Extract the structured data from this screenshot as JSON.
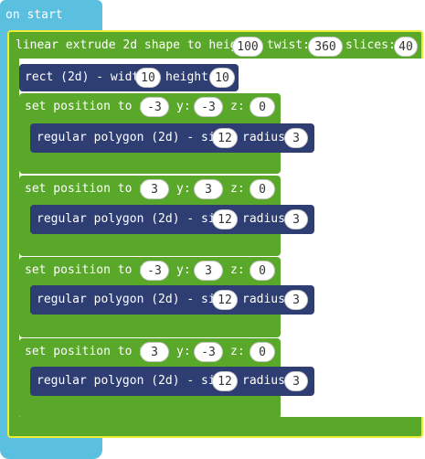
{
  "on_start": {
    "label": "on start"
  },
  "extrude": {
    "label_main": "linear extrude 2d shape to height:",
    "height": "100",
    "label_twist": "twist:",
    "twist": "360",
    "label_slices": "slices:",
    "slices": "40"
  },
  "rect": {
    "label_width": "rect (2d) - width",
    "width": "10",
    "label_height": "height",
    "height": "10"
  },
  "set_positions": [
    {
      "label_x": "set position to x:",
      "x": "-3",
      "label_y": "y:",
      "y": "-3",
      "label_z": "z:",
      "z": "0",
      "polygon": {
        "label_sides": "regular polygon (2d) - sides",
        "sides": "12",
        "label_radius": "radius",
        "radius": "3"
      }
    },
    {
      "label_x": "set position to x:",
      "x": "3",
      "label_y": "y:",
      "y": "3",
      "label_z": "z:",
      "z": "0",
      "polygon": {
        "label_sides": "regular polygon (2d) - sides",
        "sides": "12",
        "label_radius": "radius",
        "radius": "3"
      }
    },
    {
      "label_x": "set position to x:",
      "x": "-3",
      "label_y": "y:",
      "y": "3",
      "label_z": "z:",
      "z": "0",
      "polygon": {
        "label_sides": "regular polygon (2d) - sides",
        "sides": "12",
        "label_radius": "radius",
        "radius": "3"
      }
    },
    {
      "label_x": "set position to x:",
      "x": "3",
      "label_y": "y:",
      "y": "-3",
      "label_z": "z:",
      "z": "0",
      "polygon": {
        "label_sides": "regular polygon (2d) - sides",
        "sides": "12",
        "label_radius": "radius",
        "radius": "3"
      }
    }
  ],
  "colors": {
    "event_block": "#5bc0e0",
    "extrude_block": "#59a82a",
    "highlight_outline": "#ecec3a",
    "shape_block": "#2e3e73",
    "value_pill": "#ffffff"
  }
}
